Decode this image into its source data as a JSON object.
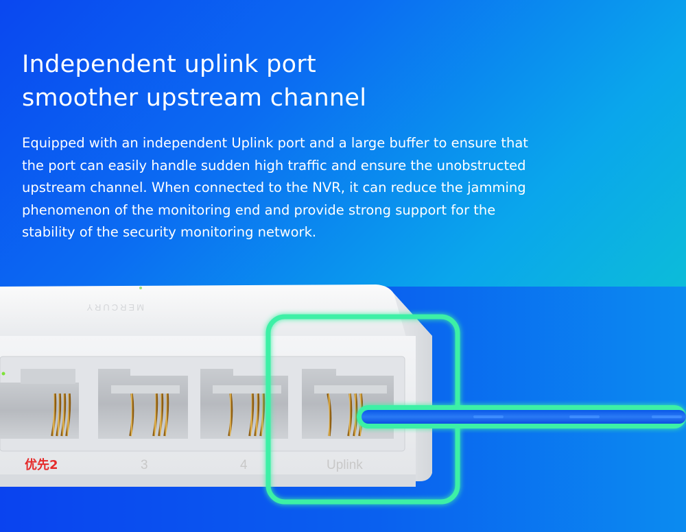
{
  "headline": {
    "line1": "Independent uplink port",
    "line2": "smoother upstream channel"
  },
  "description": {
    "line1": "Equipped with an independent Uplink port and a large buffer to ensure that",
    "line2": "the port can easily handle sudden high traffic and ensure the unobstructed",
    "line3": "upstream channel. When connected to the NVR, it can reduce the jamming",
    "line4": "phenomenon of the monitoring end and provide strong support for the",
    "line5": "stability of the security monitoring network."
  },
  "switch": {
    "brand": "MERCURY",
    "port_labels": [
      "优先2",
      "3",
      "4",
      "Uplink"
    ]
  },
  "colors": {
    "highlight": "#3df0a6",
    "port_label_priority": "#e52a2a",
    "port_label_normal": "#c8c8c8"
  }
}
